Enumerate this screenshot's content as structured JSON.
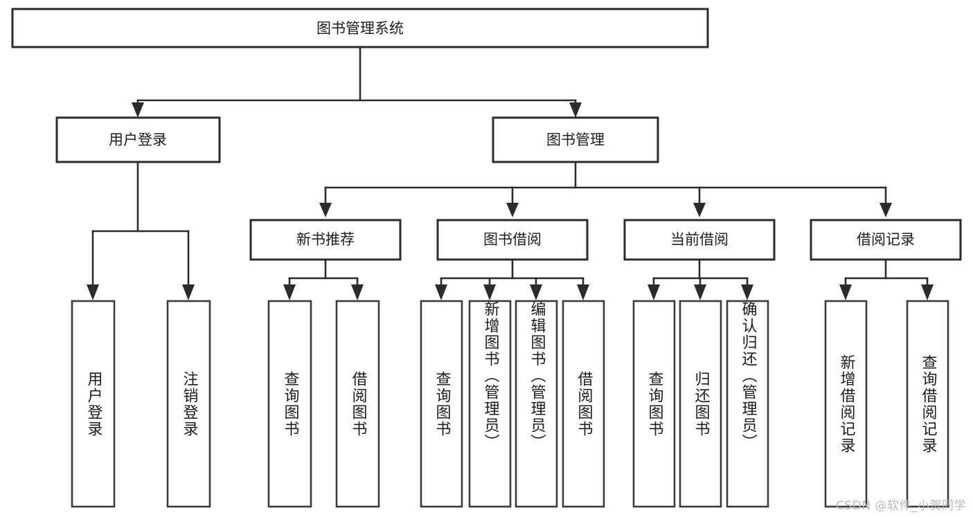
{
  "diagram": {
    "title": "图书管理系统",
    "type": "hierarchy-tree",
    "root": {
      "id": "root",
      "label": "图书管理系统",
      "orientation": "horizontal"
    },
    "level2": [
      {
        "id": "user-login",
        "label": "用户登录",
        "orientation": "horizontal"
      },
      {
        "id": "book-manage",
        "label": "图书管理",
        "orientation": "horizontal"
      }
    ],
    "level3": [
      {
        "id": "new-book-recommend",
        "label": "新书推荐",
        "orientation": "horizontal",
        "parent": "book-manage"
      },
      {
        "id": "book-borrow",
        "label": "图书借阅",
        "orientation": "horizontal",
        "parent": "book-manage"
      },
      {
        "id": "current-borrow",
        "label": "当前借阅",
        "orientation": "horizontal",
        "parent": "book-manage"
      },
      {
        "id": "borrow-record",
        "label": "借阅记录",
        "orientation": "horizontal",
        "parent": "book-manage"
      }
    ],
    "leaves": [
      {
        "id": "leaf-user-login",
        "label": "用户登录",
        "parent": "user-login",
        "orientation": "vertical"
      },
      {
        "id": "leaf-user-logout",
        "label": "注销登录",
        "parent": "user-login",
        "orientation": "vertical"
      },
      {
        "id": "leaf-query-book-1",
        "label": "查询图书",
        "parent": "new-book-recommend",
        "orientation": "vertical"
      },
      {
        "id": "leaf-borrow-book-1",
        "label": "借阅图书",
        "parent": "new-book-recommend",
        "orientation": "vertical"
      },
      {
        "id": "leaf-query-book-2",
        "label": "查询图书",
        "parent": "book-borrow",
        "orientation": "vertical"
      },
      {
        "id": "leaf-add-book",
        "label": "新增图书（管理员）",
        "parent": "book-borrow",
        "orientation": "vertical"
      },
      {
        "id": "leaf-edit-book",
        "label": "编辑图书（管理员）",
        "parent": "book-borrow",
        "orientation": "vertical"
      },
      {
        "id": "leaf-borrow-book-2",
        "label": "借阅图书",
        "parent": "book-borrow",
        "orientation": "vertical"
      },
      {
        "id": "leaf-query-book-3",
        "label": "查询图书",
        "parent": "current-borrow",
        "orientation": "vertical"
      },
      {
        "id": "leaf-return-book",
        "label": "归还图书",
        "parent": "current-borrow",
        "orientation": "vertical"
      },
      {
        "id": "leaf-confirm-return",
        "label": "确认归还（管理员）",
        "parent": "current-borrow",
        "orientation": "vertical"
      },
      {
        "id": "leaf-add-record",
        "label": "新增借阅记录",
        "parent": "borrow-record",
        "orientation": "vertical"
      },
      {
        "id": "leaf-query-record",
        "label": "查询借阅记录",
        "parent": "borrow-record",
        "orientation": "vertical"
      }
    ],
    "colors": {
      "stroke": "#2b2b2b",
      "fill": "#ffffff",
      "text": "#1c1c1c",
      "watermark": "#b9b9b9"
    }
  },
  "watermark": {
    "text": "CSDN @软件_小贺同学"
  }
}
